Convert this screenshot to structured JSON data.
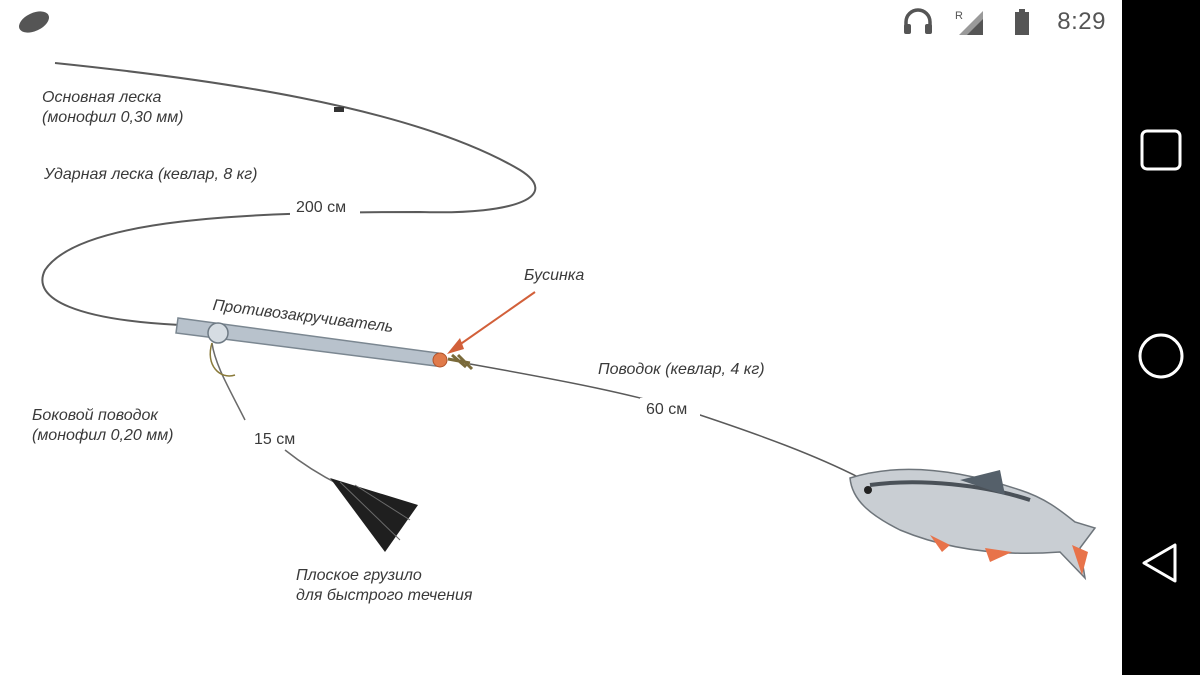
{
  "status_bar": {
    "time": "8:29",
    "network_badge": "R",
    "icons": [
      "app-notification-icon",
      "headphones-icon",
      "signal-icon",
      "battery-icon"
    ]
  },
  "diagram": {
    "main_line": [
      "Основная леска",
      "(монофил 0,30 мм)"
    ],
    "shock_leader": "Ударная леска  (кевлар, 8 кг)",
    "shock_length": "200 см",
    "anti_twist": "Противозакручиватель",
    "bead": "Бусинка",
    "leader": "Поводок (кевлар, 4 кг)",
    "leader_length": "60 см",
    "side_leader": [
      "Боковой поводок",
      "(монофил 0,20 мм)"
    ],
    "side_length": "15 см",
    "sinker": [
      "Плоское грузило",
      "для быстрого течения"
    ]
  },
  "nav_bar": {
    "buttons": [
      "recents-button",
      "home-button",
      "back-button"
    ]
  },
  "colors": {
    "nav_background": "#000000",
    "line": "#555555",
    "bead": "#e07a4a",
    "arrow": "#d2603a",
    "fins": "#e8734a"
  }
}
